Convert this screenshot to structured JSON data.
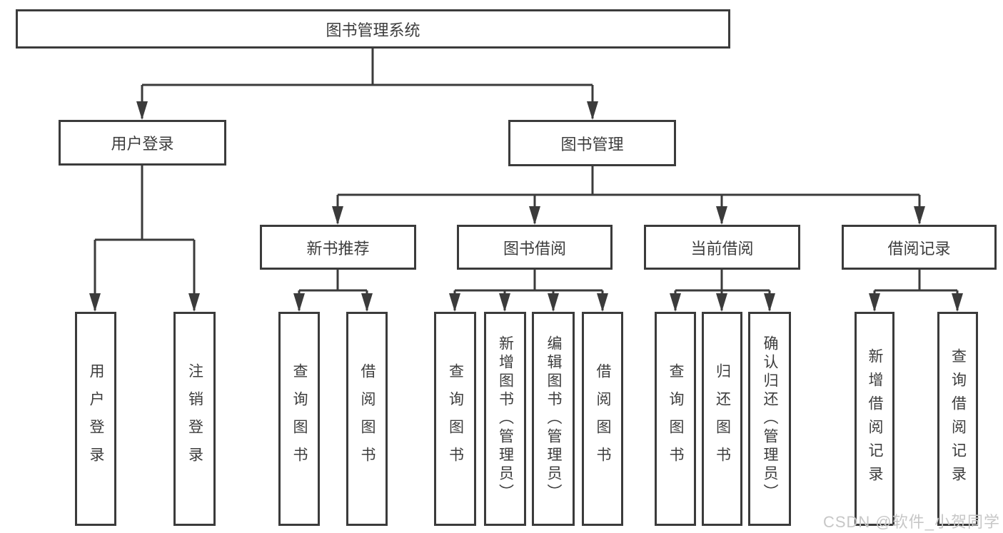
{
  "colors": {
    "line": "#3b3b3b",
    "box_border": "#3b3b3b",
    "text": "#3d3d3d",
    "watermark": "#c7c7c7",
    "background": "#ffffff"
  },
  "tree": {
    "root": {
      "label": "图书管理系统"
    },
    "branches": [
      {
        "label": "用户登录",
        "children": [
          {
            "label": "用户登录"
          },
          {
            "label": "注销登录"
          }
        ]
      },
      {
        "label": "图书管理",
        "children": [
          {
            "label": "新书推荐",
            "children": [
              {
                "label": "查询图书"
              },
              {
                "label": "借阅图书"
              }
            ]
          },
          {
            "label": "图书借阅",
            "children": [
              {
                "label": "查询图书"
              },
              {
                "label": "新增图书（管理员）"
              },
              {
                "label": "编辑图书（管理员）"
              },
              {
                "label": "借阅图书"
              }
            ]
          },
          {
            "label": "当前借阅",
            "children": [
              {
                "label": "查询图书"
              },
              {
                "label": "归还图书"
              },
              {
                "label": "确认归还（管理员）"
              }
            ]
          },
          {
            "label": "借阅记录",
            "children": [
              {
                "label": "新增借阅记录"
              },
              {
                "label": "查询借阅记录"
              }
            ]
          }
        ]
      }
    ]
  },
  "watermark": {
    "text": "CSDN @软件_小贺同学"
  }
}
